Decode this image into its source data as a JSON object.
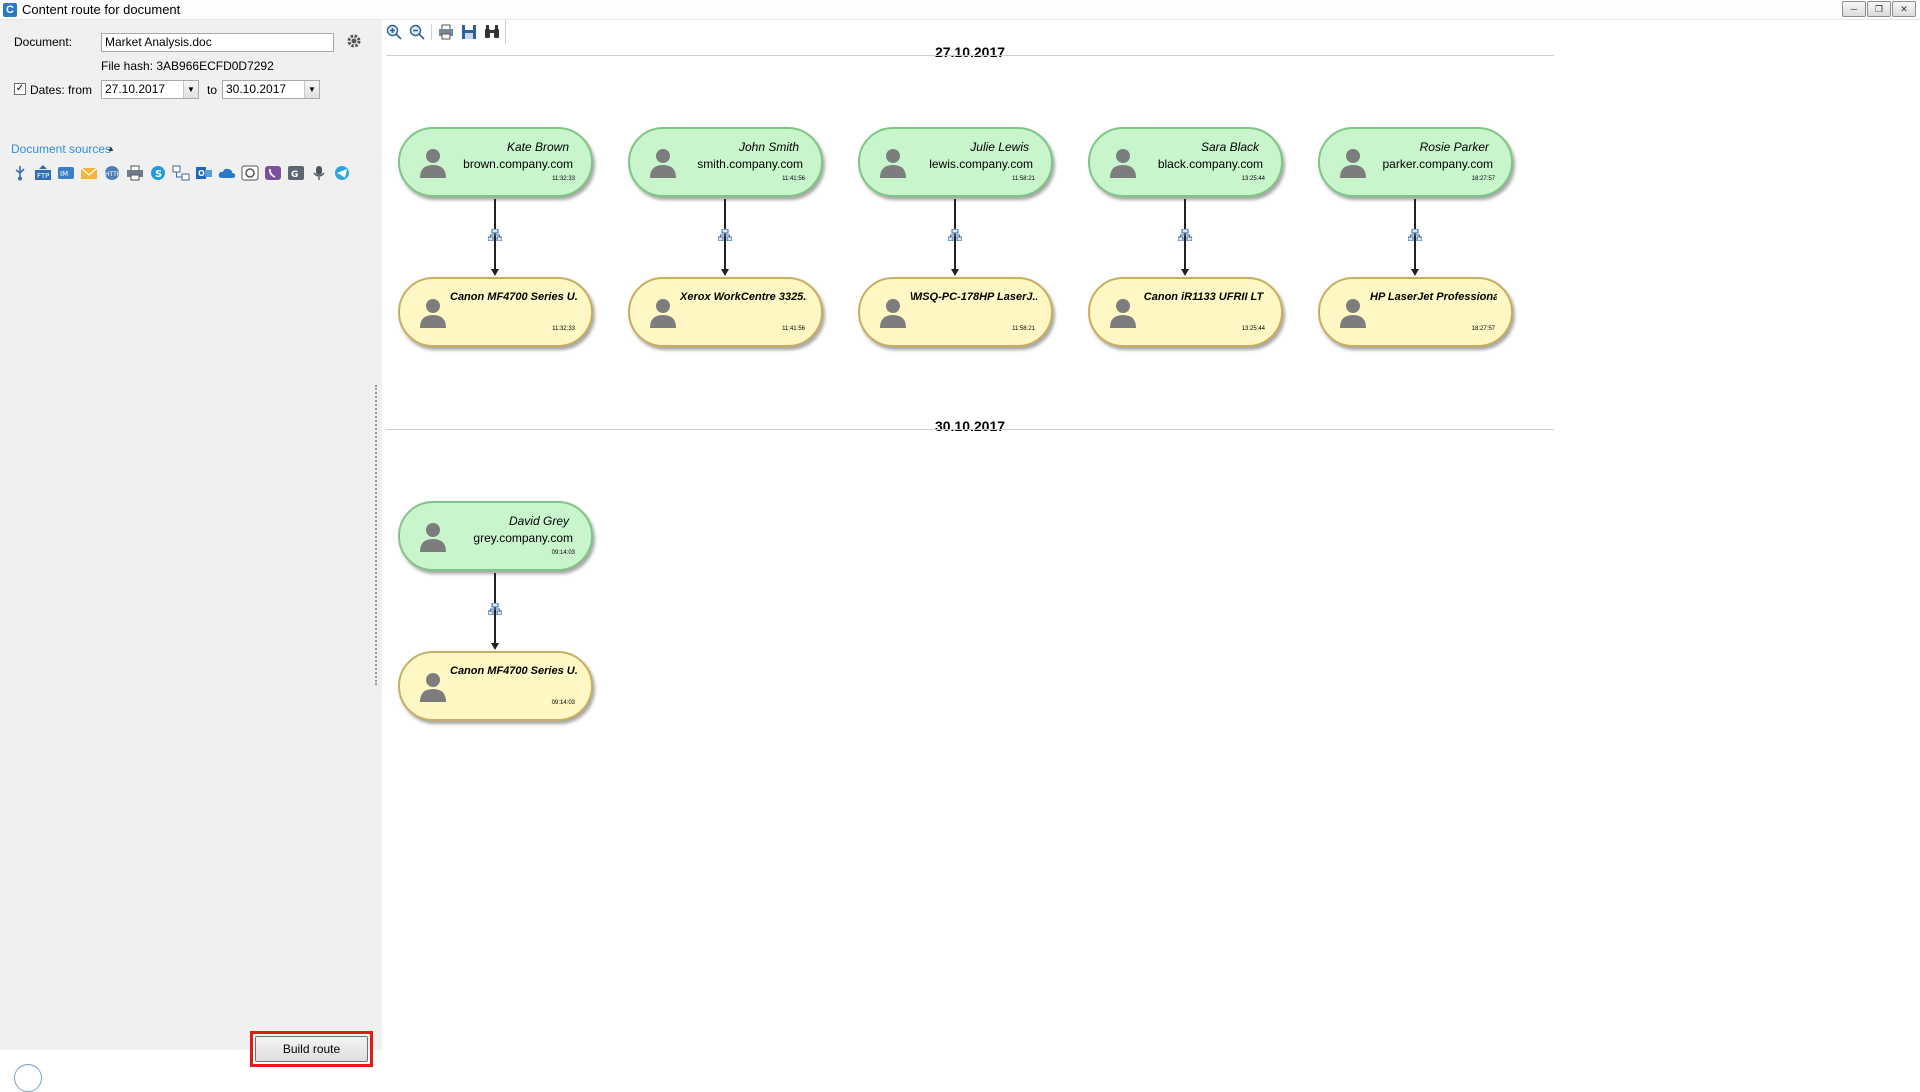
{
  "window": {
    "title": "Content route for document"
  },
  "left_panel": {
    "document_label": "Document:",
    "document_value": "Market Analysis.doc",
    "file_hash": "File hash: 3AB966ECFD0D7292",
    "dates_checked": true,
    "dates_label": "Dates: from",
    "date_from": "27.10.2017",
    "to_label": "to",
    "date_to": "30.10.2017",
    "sources_label": "Document sources",
    "source_icons": [
      "usb-icon",
      "ftp-icon",
      "im-icon",
      "email-icon",
      "http-icon",
      "printer-icon",
      "skype-icon",
      "network-share-icon",
      "outlook-icon",
      "cloud-icon",
      "cloud-sync-icon",
      "viber-icon",
      "google-icon",
      "microphone-icon",
      "telegram-icon"
    ],
    "build_button": "Build route"
  },
  "toolbar": {
    "icons": [
      "zoom-in-icon",
      "zoom-out-icon",
      "print-icon",
      "save-icon",
      "find-icon"
    ]
  },
  "colors": {
    "user_fill": "#c9f5cd",
    "printer_fill": "#fff8c4",
    "highlight": "#e21a1a",
    "link": "#2f8fd8"
  },
  "groups": [
    {
      "date": "27.10.2017",
      "routes": [
        {
          "user": "Kate Brown",
          "host": "brown.company.com",
          "time": "11:32:33",
          "printer": "Canon MF4700 Series U...",
          "printer_time": "11:32:33"
        },
        {
          "user": "John Smith",
          "host": "smith.company.com",
          "time": "11:41:56",
          "printer": "Xerox WorkCentre 3325...",
          "printer_time": "11:41:56"
        },
        {
          "user": "Julie Lewis",
          "host": "lewis.company.com",
          "time": "11:58:21",
          "printer": "\\MSQ-PC-178HP LaserJ...",
          "printer_time": "11:58:21"
        },
        {
          "user": "Sara Black",
          "host": "black.company.com",
          "time": "13:25:44",
          "printer": "Canon iR1133 UFRII LT",
          "printer_time": "13:25:44"
        },
        {
          "user": "Rosie Parker",
          "host": "parker.company.com",
          "time": "18:27:57",
          "printer": "HP LaserJet Professiona...",
          "printer_time": "18:27:57"
        }
      ]
    },
    {
      "date": "30.10.2017",
      "routes": [
        {
          "user": "David Grey",
          "host": "grey.company.com",
          "time": "09:14:03",
          "printer": "Canon MF4700 Series U...",
          "printer_time": "09:14:03"
        }
      ]
    }
  ]
}
